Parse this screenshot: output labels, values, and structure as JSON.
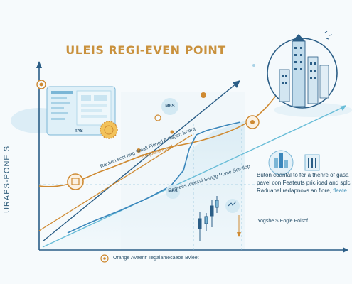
{
  "title": "ULEIS REGI-EVEN POINT",
  "side_label": "URAPS-PONE S",
  "callouts": {
    "label_left": "Raction socl ferg Small Fioned 6 Kegan Energ",
    "label_left_2": "Roquited asvel",
    "label_green": "Ragrees Iceesal Sengg Ponle Scrollop",
    "badge_top": "MBS",
    "badge_mid": "MBS",
    "badge_right": "TAS"
  },
  "panel": {
    "line1": "Buton coantal to fer a thenre of gasa",
    "line2": "pavel con Feateuts priclioad and splc",
    "line3": "Raduanel redapnovs an flore,",
    "line3_hl": "fleate"
  },
  "legend_label": "Yogshe S Eogie Poisof",
  "bottom_label": "Orange Avaent' Tegalamecaeoe Bvieet",
  "colors": {
    "navy": "#2a5d86",
    "blue": "#3a86bb",
    "orange": "#cf8a32",
    "teal": "#69bdd8",
    "light_blue": "#d6ecf5"
  }
}
